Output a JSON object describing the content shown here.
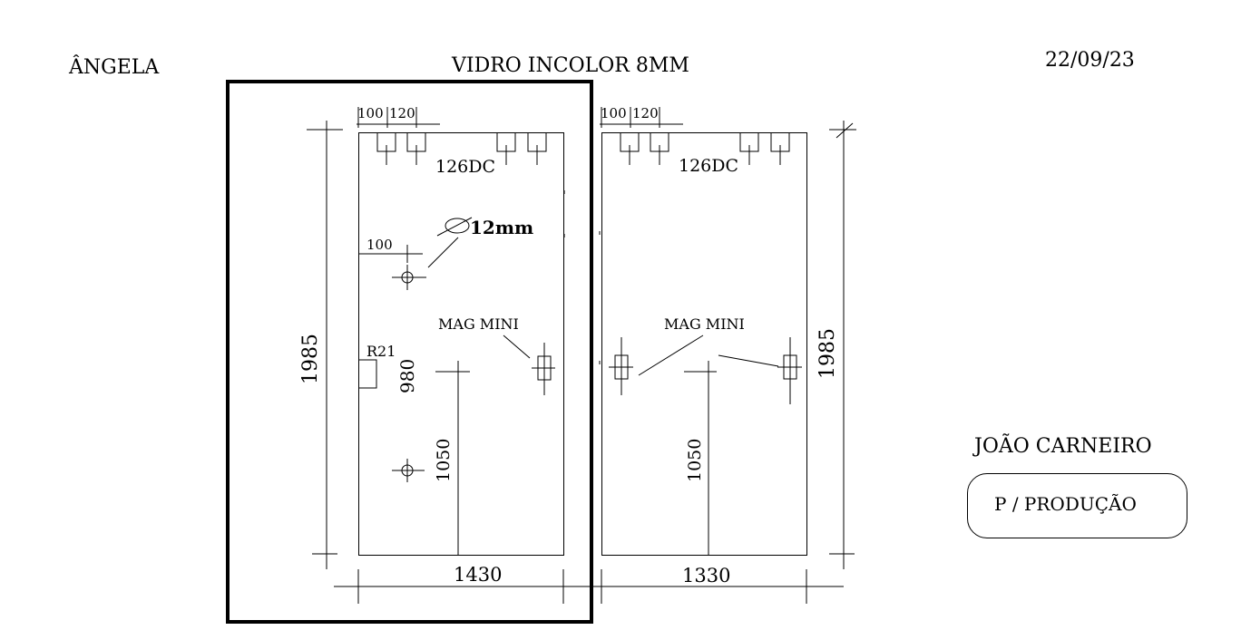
{
  "header": {
    "client": "ÂNGELA",
    "title": "VIDRO INCOLOR 8MM",
    "date": "22/09/23"
  },
  "panel_left": {
    "dim_top_a": "100",
    "dim_top_b": "120",
    "hardware": "126DC",
    "hole_dim": "100",
    "hole_diameter": "12mm",
    "lock": "MAG MINI",
    "cutout": "R21",
    "handle_height": "980",
    "height_label": "1050",
    "total_height": "1985",
    "width": "1430"
  },
  "panel_right": {
    "dim_top_a": "100",
    "dim_top_b": "120",
    "hardware": "126DC",
    "lock": "MAG MINI",
    "height_label": "1050",
    "total_height": "1985",
    "width": "1330"
  },
  "footer": {
    "author": "JOÃO CARNEIRO",
    "stamp": "P / PRODUÇÃO"
  }
}
